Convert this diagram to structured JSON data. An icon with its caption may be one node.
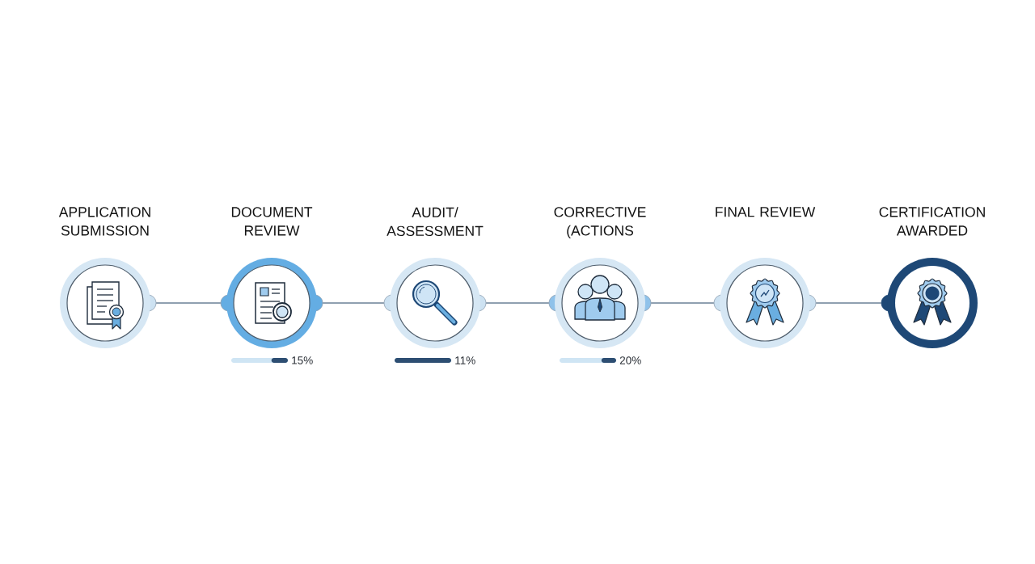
{
  "diagram": {
    "nodes": [
      {
        "text": [
          "APPLICATION SUBMISSION"
        ]
      },
      {
        "text": [
          "DOCUMENT REVIEW"
        ],
        "beside": [
          "15%"
        ]
      },
      {
        "text": [
          "AUDIT/ ASSESSMENT"
        ],
        "beside": [
          "11%"
        ]
      },
      {
        "text": [
          "CORRECTIVE (ACTIONS"
        ],
        "beside": [
          "20%"
        ]
      },
      {
        "text": [
          "FINAL REVIEW"
        ]
      },
      {
        "text": [
          "CERTIFICATION AWARDED"
        ]
      }
    ],
    "edges": [
      {
        "from": 0,
        "to": 1,
        "arrow": "none"
      },
      {
        "from": 1,
        "to": 2,
        "arrow": "none"
      },
      {
        "from": 2,
        "to": 3,
        "arrow": "none"
      },
      {
        "from": 3,
        "to": 4,
        "arrow": "none"
      },
      {
        "from": 4,
        "to": 5,
        "arrow": "none"
      }
    ]
  }
}
